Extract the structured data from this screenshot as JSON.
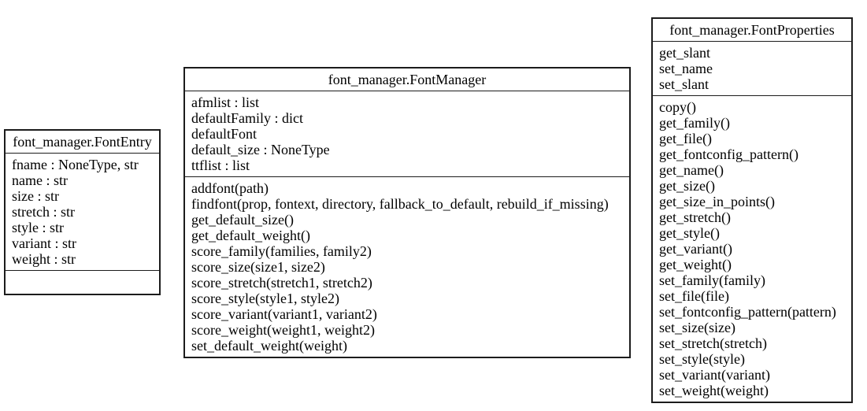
{
  "diagram": {
    "classes": [
      {
        "title": "font_manager.FontEntry",
        "attributes": [
          "fname : NoneType, str",
          "name : str",
          "size : str",
          "stretch : str",
          "style : str",
          "variant : str",
          "weight : str"
        ],
        "methods": []
      },
      {
        "title": "font_manager.FontManager",
        "attributes": [
          "afmlist : list",
          "defaultFamily : dict",
          "defaultFont",
          "default_size : NoneType",
          "ttflist : list"
        ],
        "methods": [
          "addfont(path)",
          "findfont(prop, fontext, directory, fallback_to_default, rebuild_if_missing)",
          "get_default_size()",
          "get_default_weight()",
          "score_family(families, family2)",
          "score_size(size1, size2)",
          "score_stretch(stretch1, stretch2)",
          "score_style(style1, style2)",
          "score_variant(variant1, variant2)",
          "score_weight(weight1, weight2)",
          "set_default_weight(weight)"
        ]
      },
      {
        "title": "font_manager.FontProperties",
        "attributes": [
          "get_slant",
          "set_name",
          "set_slant"
        ],
        "methods": [
          "copy()",
          "get_family()",
          "get_file()",
          "get_fontconfig_pattern()",
          "get_name()",
          "get_size()",
          "get_size_in_points()",
          "get_stretch()",
          "get_style()",
          "get_variant()",
          "get_weight()",
          "set_family(family)",
          "set_file(file)",
          "set_fontconfig_pattern(pattern)",
          "set_size(size)",
          "set_stretch(stretch)",
          "set_style(style)",
          "set_variant(variant)",
          "set_weight(weight)"
        ]
      }
    ]
  }
}
